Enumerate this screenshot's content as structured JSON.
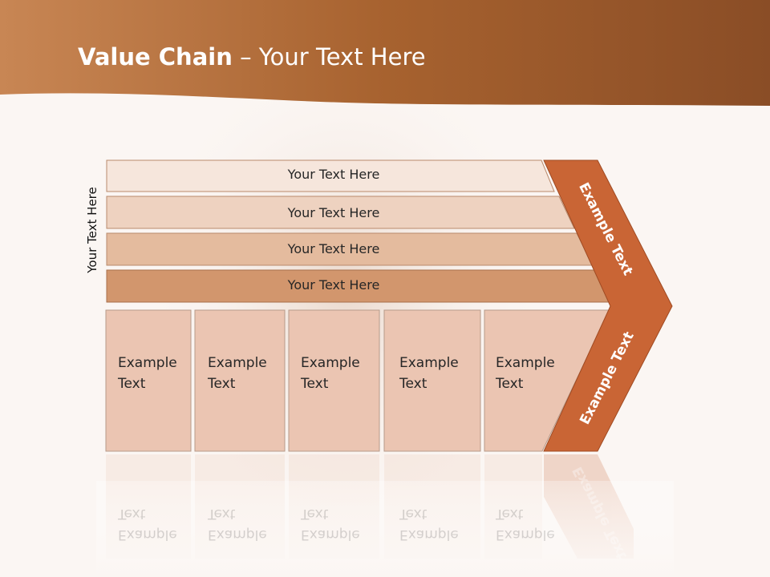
{
  "title": {
    "bold": "Value Chain",
    "rest": " – Your Text Here"
  },
  "side_label": "Your Text Here",
  "rows": [
    {
      "label": "Your Text Here"
    },
    {
      "label": "Your Text Here"
    },
    {
      "label": "Your Text Here"
    },
    {
      "label": "Your Text Here"
    }
  ],
  "boxes": [
    {
      "line1": "Example",
      "line2": "Text"
    },
    {
      "line1": "Example",
      "line2": "Text"
    },
    {
      "line1": "Example",
      "line2": "Text"
    },
    {
      "line1": "Example",
      "line2": "Text"
    },
    {
      "line1": "Example",
      "line2": "Text"
    }
  ],
  "chevron": {
    "top": "Example Text",
    "bottom": "Example Text"
  },
  "colors": {
    "header": "#c8773d",
    "accent": "#c96535",
    "row1": "#f6e6dc",
    "row2": "#eed2c0",
    "row3": "#e4bb9e",
    "row4": "#d2966d",
    "box": "#ebc5b2"
  }
}
